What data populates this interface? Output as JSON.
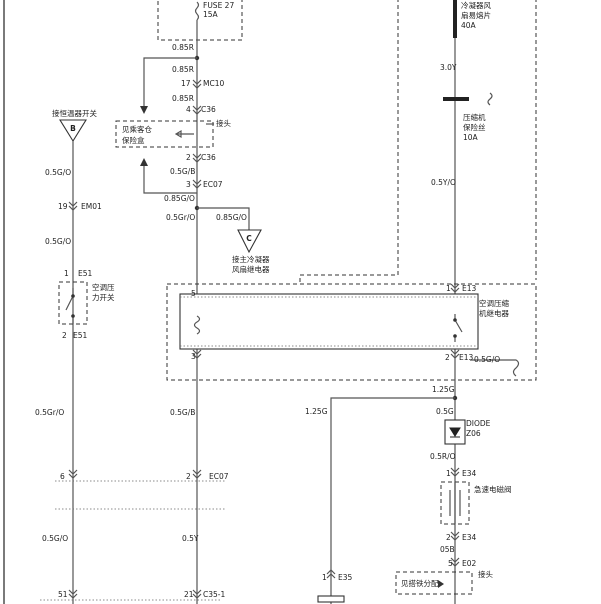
{
  "fuse27": {
    "name": "FUSE 27",
    "rating": "15A"
  },
  "fan_fuse": {
    "name": "冷凝器风\n扇易熔片",
    "line1": "冷凝器风",
    "line2": "扇易熔片",
    "rating": "40A"
  },
  "compressor_fuse": {
    "line1": "压缩机",
    "line2": "保险丝",
    "rating": "10A"
  },
  "wires": {
    "w085r_a": "0.85R",
    "w085r_b": "0.85R",
    "w085r_c": "0.85R",
    "w05gb_a": "0.5G/B",
    "w085go_a": "0.85G/O",
    "w05gro_a": "0.5Gr/O",
    "w085go_b": "0.85G/O",
    "w30y": "3.0Y",
    "w05yo": "0.5Y/O",
    "w05go_a": "0.5G/O",
    "w05go_b": "0.5G/O",
    "w05gro_b": "0.5Gr/O",
    "w05gb_b": "0.5G/B",
    "w05go_c": "0.5G/O",
    "w05go_d": "0.5G/O",
    "w05y": "0.5Y",
    "w125g_a": "1.25G",
    "w125g_b": "1.25G",
    "w05g": "0.5G",
    "w05ro": "0.5R/O",
    "w05b": "05B"
  },
  "connectors": {
    "mc10_pin": "17",
    "mc10": "MC10",
    "c36_top_pin": "4",
    "c36_top": "C36",
    "c36_bot_pin": "2",
    "c36_bot": "C36",
    "ec07_top_pin": "3",
    "ec07_top": "EC07",
    "em01_pin": "19",
    "em01": "EM01",
    "e51_top_pin": "1",
    "e51_top": "E51",
    "e51_bot_pin": "2",
    "e51_bot": "E51",
    "e13_top_pin": "1",
    "e13_top": "E13",
    "e13_bot_pin": "2",
    "e13_bot": "E13",
    "relay_pin5": "5",
    "relay_pin3": "3",
    "ec07_bot_pin_l": "6",
    "ec07_bot_pin": "2",
    "ec07_bot": "EC07",
    "c35_pin_l": "51",
    "c35_pin": "21",
    "c35": "C35-1",
    "e34_top_pin": "1",
    "e34_top": "E34",
    "e34_bot_pin": "2",
    "e34_bot": "E34",
    "e02_pin": "5",
    "e02": "E02",
    "e35_pin": "1",
    "e35": "E35"
  },
  "labels": {
    "joint_top": "接头",
    "joint_box_line1": "见乘客仓",
    "joint_box_line2": "保险盒",
    "fan_relay_ref_letter": "C",
    "fan_relay_line1": "接主冷凝器",
    "fan_relay_line2": "风扇继电器",
    "thermostat_ref_letter": "B",
    "thermostat_title": "接恒温器开关",
    "pressure_switch_line1": "空调压",
    "pressure_switch_line2": "力开关",
    "relay_line1": "空调压缩",
    "relay_line2": "机继电器",
    "diode_name": "DIODE",
    "diode_code": "Z06",
    "clutch_label": "急速电磁阀",
    "joint_bottom": "接头",
    "splice_box": "见搭铁分配"
  }
}
